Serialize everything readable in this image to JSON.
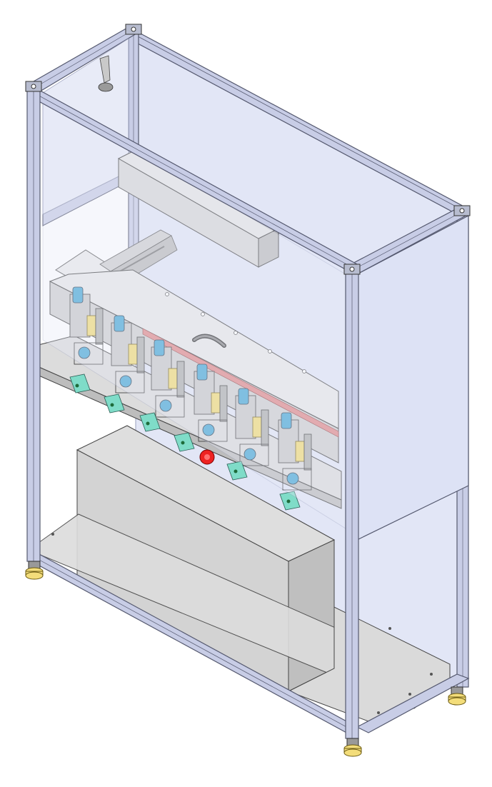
{
  "colors": {
    "background": "#ffffff",
    "frame": "#c8cde6",
    "frame_edge": "#55596f",
    "glass": "#e2e6f6",
    "side_panel": "#dde2f5",
    "cabinet": "#d3d3d3",
    "cabinet_top": "#dedede",
    "cabinet_side": "#bfbfbf",
    "shelf": "#dcdcdc",
    "mount_plate": "#c9c9c9",
    "valve_green": "#7fdcc8",
    "module_yellow": "#f1dc78",
    "module_blue": "#4aa9d6",
    "stop_button": "#ee2222",
    "foot_yellow": "#f3dd7a",
    "rail_red": "#e08a8a"
  },
  "icons": [
    "corner-connector-icon",
    "handle-icon",
    "emergency-stop-icon",
    "leveling-foot-icon",
    "valve-icon"
  ],
  "modules": [
    {
      "id": 1,
      "valve": true
    },
    {
      "id": 2,
      "valve": true
    },
    {
      "id": 3,
      "valve": true
    },
    {
      "id": 4,
      "valve": true
    },
    {
      "id": 5,
      "valve": true
    },
    {
      "id": 6,
      "valve": true
    }
  ]
}
